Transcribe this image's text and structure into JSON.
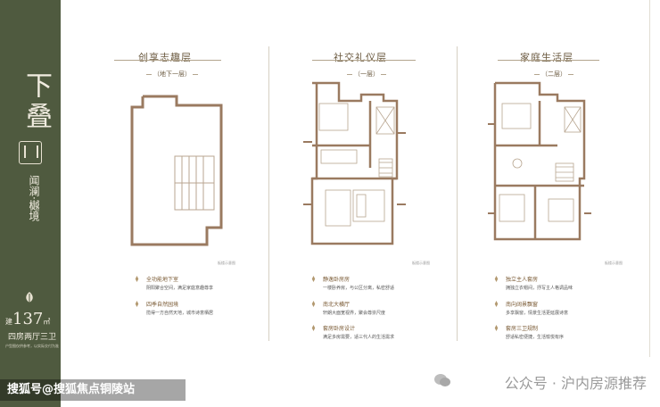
{
  "sidebar": {
    "title": "下叠",
    "subtitle": "闻澜·樾境",
    "area_prefix": "建",
    "area": "137",
    "area_unit": "㎡",
    "layout": "四房两厅三卫",
    "note": "户型图仅供参考，以实际交付为准"
  },
  "panels": [
    {
      "title": "创享志趣层",
      "floor": "地下一层",
      "note": "板楼示意图",
      "features": [
        {
          "title": "全功能地下室",
          "desc": "阴阳聚合空间，满足家庭意趣尊享"
        },
        {
          "title": "四季自然园境",
          "desc": "揽得一方自然天地，城市诗意栖居"
        }
      ]
    },
    {
      "title": "社交礼仪层",
      "floor": "一层",
      "note": "板楼示意图",
      "features": [
        {
          "title": "静逸卧房房",
          "desc": "一楼卧养房，与公区分离，私密舒适"
        },
        {
          "title": "南北大横厅",
          "desc": "轩朗大面宽视界，聚会尊崇尺度"
        },
        {
          "title": "套房卧房设计",
          "desc": "满足多房需要，适三代人的生活需求"
        }
      ]
    },
    {
      "title": "家庭生活层",
      "floor": "二层",
      "note": "板楼示意图",
      "features": [
        {
          "title": "独立主人套房",
          "desc": "拥独立衣帽间，抒写主人格调品味"
        },
        {
          "title": "南向阔景飘窗",
          "desc": "多享飘窗，情景生活更延展诗意"
        },
        {
          "title": "套房三卫规制",
          "desc": "舒适私密便捷，生活愉悦有序"
        }
      ]
    }
  ],
  "watermark": "公众号 · 沪内房源推荐",
  "bottom_caption": "搜狐号@搜狐焦点铜陵站",
  "colors": {
    "sidebar": "#4f5a3f",
    "wall": "#9a7a60",
    "accent": "#b2986f"
  }
}
